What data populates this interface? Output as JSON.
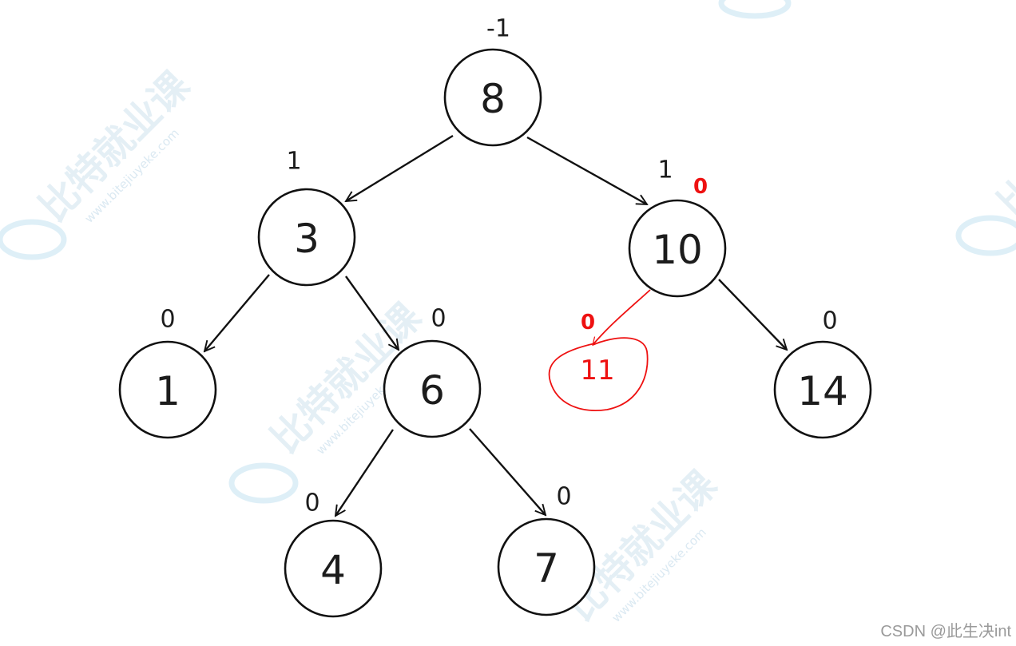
{
  "diagram": {
    "nodes": [
      {
        "id": "n8",
        "value": "8",
        "balance_factor": "-1"
      },
      {
        "id": "n3",
        "value": "3",
        "balance_factor": "1"
      },
      {
        "id": "n10",
        "value": "10",
        "balance_factor": "1",
        "updated_balance_factor": "0"
      },
      {
        "id": "n1",
        "value": "1",
        "balance_factor": "0"
      },
      {
        "id": "n6",
        "value": "6",
        "balance_factor": "0"
      },
      {
        "id": "n14",
        "value": "14",
        "balance_factor": "0"
      },
      {
        "id": "n4",
        "value": "4",
        "balance_factor": "0"
      },
      {
        "id": "n7",
        "value": "7",
        "balance_factor": "0"
      }
    ],
    "edges": [
      {
        "from": "n8",
        "to": "n3"
      },
      {
        "from": "n8",
        "to": "n10"
      },
      {
        "from": "n3",
        "to": "n1"
      },
      {
        "from": "n3",
        "to": "n6"
      },
      {
        "from": "n6",
        "to": "n4"
      },
      {
        "from": "n6",
        "to": "n7"
      },
      {
        "from": "n10",
        "to": "n14"
      }
    ],
    "inserted_node": {
      "id": "n11",
      "value": "11",
      "balance_factor": "0",
      "parent": "n10",
      "color": "#ee1111"
    },
    "colors": {
      "stroke": "#111111",
      "text": "#1c1c1c",
      "highlight": "#ee1111",
      "watermark": "#cfe2ee"
    }
  },
  "watermark": {
    "text": "比特就业课",
    "url": "www.bitejiuyeke.com"
  },
  "credit": "CSDN @此生决int"
}
